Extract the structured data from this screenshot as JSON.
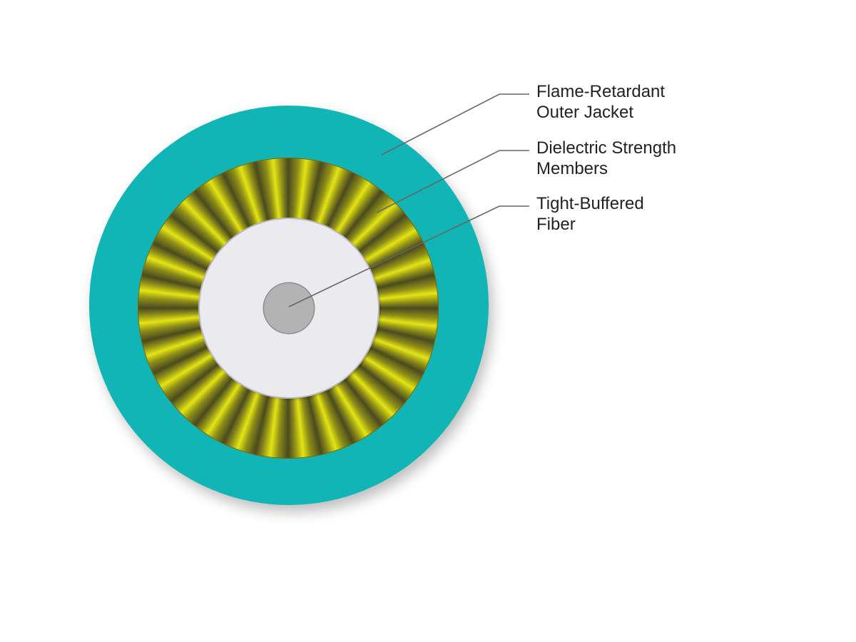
{
  "diagram": {
    "labels": [
      {
        "line1": "Flame-Retardant",
        "line2": "Outer Jacket"
      },
      {
        "line1": "Dielectric Strength",
        "line2": "Members"
      },
      {
        "line1": "Tight-Buffered",
        "line2": "Fiber"
      }
    ],
    "colors": {
      "outer_jacket": "#12b5b5",
      "strength_members": "#e4e414",
      "buffer": "#ebebef",
      "fiber_core": "#b3b3b3",
      "leader_line": "#666666"
    }
  }
}
